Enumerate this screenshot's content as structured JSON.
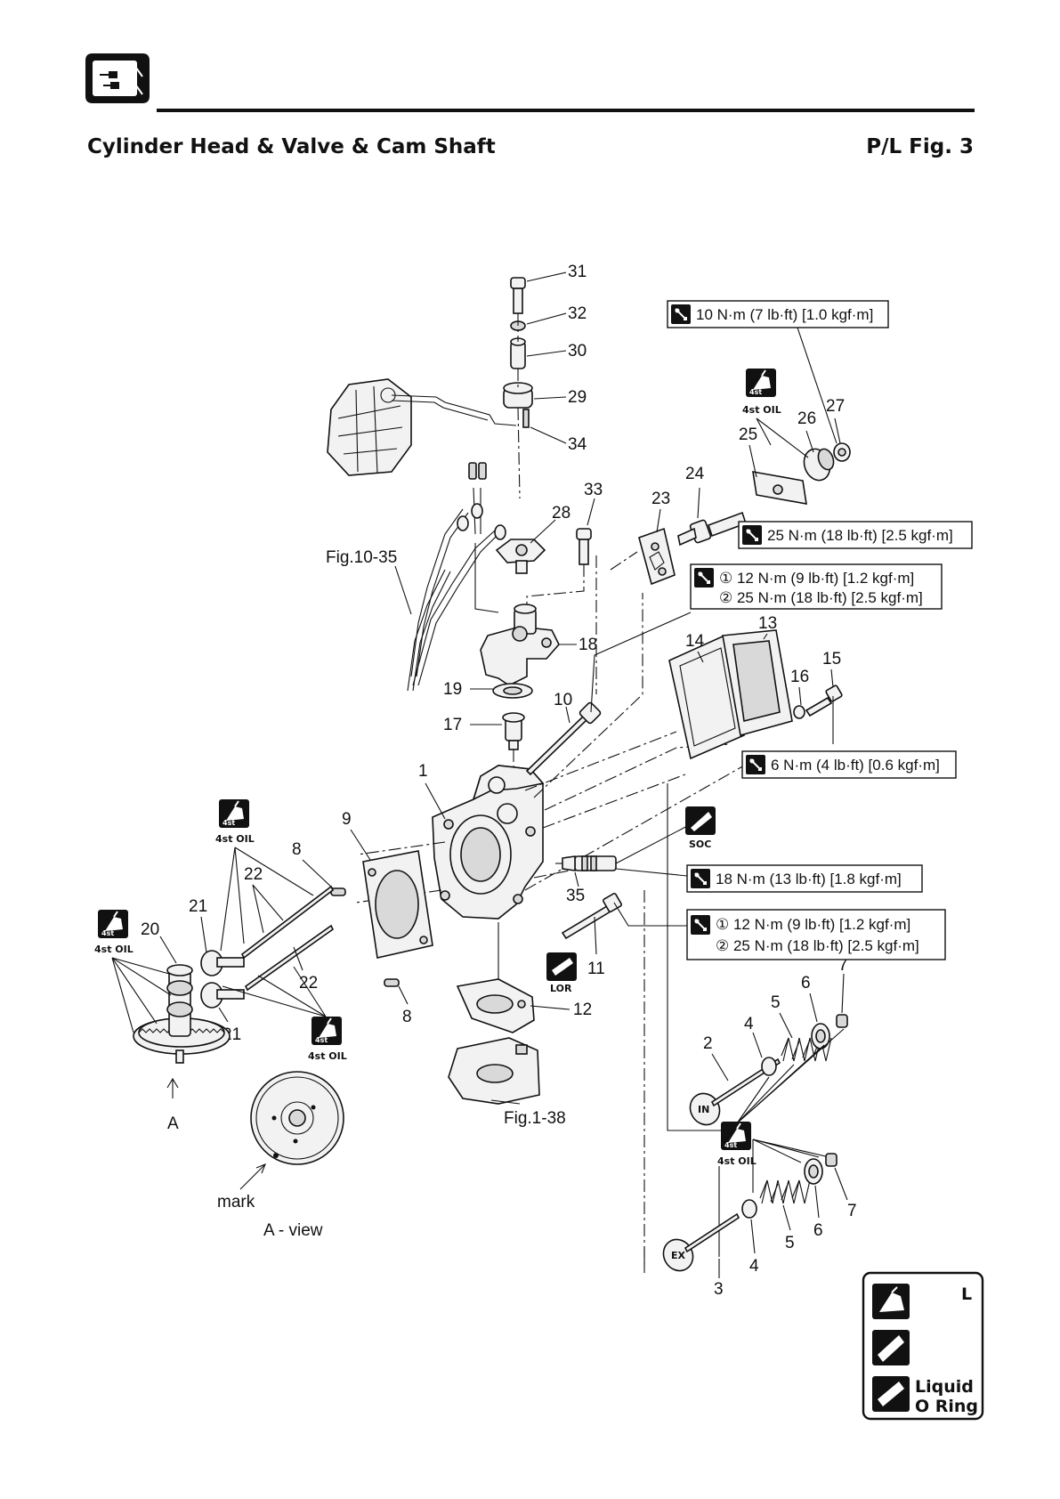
{
  "header": {
    "title": "Cylinder Head & Valve & Cam Shaft",
    "fig_ref": "P/L Fig. 3"
  },
  "callouts": {
    "p1": "1",
    "p2": "2",
    "p3": "3",
    "p4a": "4",
    "p4b": "4",
    "p5a": "5",
    "p5b": "5",
    "p6a": "6",
    "p6b": "6",
    "p7a": "7",
    "p7b": "7",
    "p8a": "8",
    "p8b": "8",
    "p9": "9",
    "p10": "10",
    "p11": "11",
    "p12": "12",
    "p13": "13",
    "p14": "14",
    "p15": "15",
    "p16": "16",
    "p17": "17",
    "p18": "18",
    "p19": "19",
    "p20": "20",
    "p21a": "21",
    "p21b": "21",
    "p22a": "22",
    "p22b": "22",
    "p23": "23",
    "p24": "24",
    "p25": "25",
    "p26": "26",
    "p27": "27",
    "p28": "28",
    "p29": "29",
    "p30": "30",
    "p31": "31",
    "p32": "32",
    "p33": "33",
    "p34": "34",
    "p35": "35"
  },
  "refs": {
    "fig10": "Fig.10-35",
    "fig1": "Fig.1-38",
    "view_a": "A",
    "mark": "mark",
    "a_view": "A - view"
  },
  "valve_marks": {
    "intake": "IN",
    "exhaust": "EX"
  },
  "torque_specs": {
    "spec_27": "10 N·m (7 lb·ft) [1.0 kgf·m]",
    "spec_24": "25 N·m (18 lb·ft) [2.5 kgf·m]",
    "spec_10_line1": "① 12 N·m (9 lb·ft) [1.2 kgf·m]",
    "spec_10_line2": "② 25 N·m (18 lb·ft) [2.5 kgf·m]",
    "spec_15": "6 N·m (4 lb·ft) [0.6 kgf·m]",
    "spec_35": "18 N·m (13 lb·ft) [1.8 kgf·m]",
    "spec_11_line1": "① 12 N·m (9 lb·ft) [1.2 kgf·m]",
    "spec_11_line2": "② 25 N·m (18 lb·ft) [2.5 kgf·m]"
  },
  "badges": {
    "oil": "4st OIL",
    "soc": "SOC",
    "lor": "LOR"
  },
  "legend": {
    "l_label": "L",
    "liquid": "Liquid",
    "oring": "O Ring"
  },
  "icons": {
    "header_icon": "outboard-manual-section-icon",
    "torque_icon": "torque-wrench-icon",
    "oil_icon": "oil-can-icon",
    "soc_icon": "grease-tube-icon",
    "lor_icon": "liquid-o-ring-tube-icon"
  }
}
